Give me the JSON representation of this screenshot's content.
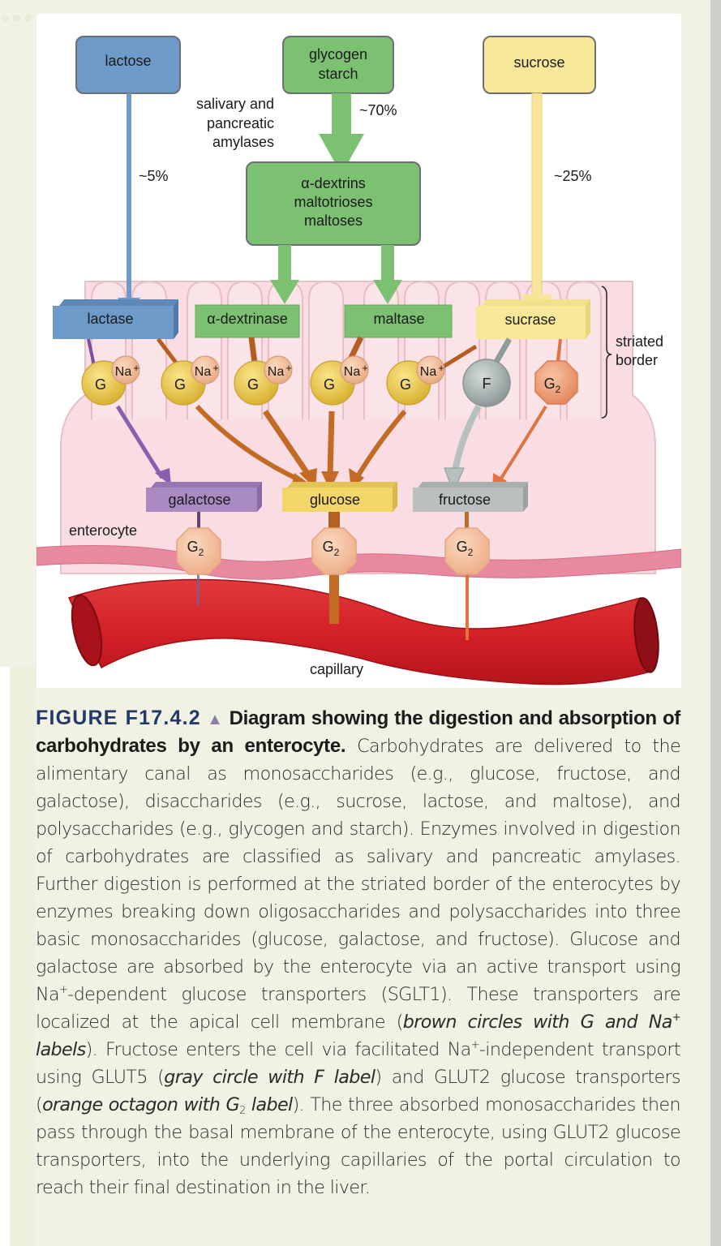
{
  "figure": {
    "sources": [
      {
        "id": "lactose",
        "label": "lactose",
        "percent": "~5%",
        "color": "#6d9ac9"
      },
      {
        "id": "glycogen-starch",
        "lines": [
          "glycogen",
          "starch"
        ],
        "percent": "~70%",
        "color": "#7cc072"
      },
      {
        "id": "sucrose",
        "label": "sucrose",
        "percent": "~25%",
        "color": "#f8e99a"
      }
    ],
    "amylase_note": [
      "salivary and",
      "pancreatic",
      "amylases"
    ],
    "intermediate": {
      "lines": [
        "α-dextrins",
        "maltotrioses",
        "maltoses"
      ]
    },
    "enzymes": [
      {
        "id": "lactase",
        "label": "lactase"
      },
      {
        "id": "alpha-dextrinase",
        "label": "α-dextrinase"
      },
      {
        "id": "maltase",
        "label": "maltase"
      },
      {
        "id": "sucrase",
        "label": "sucrase"
      }
    ],
    "transporters": {
      "sglt_g": "G",
      "sglt_na": "Na",
      "sglt_na_sup": "+",
      "sglt_count": 5,
      "glut5": "F",
      "glut2": "G",
      "glut2_sub": "2"
    },
    "striated_border": [
      "striated",
      "border"
    ],
    "monosaccharides": [
      {
        "id": "galactose",
        "label": "galactose",
        "color": "#a98bc2"
      },
      {
        "id": "glucose",
        "label": "glucose",
        "color": "#f2d66a"
      },
      {
        "id": "fructose",
        "label": "fructose",
        "color": "#b9c0bf"
      }
    ],
    "cell_label": "enterocyte",
    "vessel_label": "capillary"
  },
  "caption": {
    "figure_number": "FIGURE F17.4.2",
    "triangle": "▲",
    "title": "Diagram showing the digestion and absorption of carbohydrates by an enterocyte.",
    "p1": "Carbohydrates are delivered to the alimentary canal as monosaccharides (e.g., glucose, fructose, and galactose), disaccharides (e.g., sucrose, lactose, and maltose), and polysaccharides (e.g., glycogen and starch). Enzymes involved in digestion of carbohydrates are classified as salivary and pancreatic amylases. Further digestion is performed at the striated border of the enterocytes by enzymes breaking down oligosaccharides and polysaccharides into three basic monosaccharides (glucose, galactose, and fructose). Glucose and galactose are absorbed by the enterocyte via an active transport using Na",
    "sup1": "+",
    "p2": "-dependent glucose transporters (SGLT1). These transporters are localized at the apical cell membrane (",
    "it1": "brown circles with G and Na",
    "sup2": "+",
    "it1b": " labels",
    "p3": "). Fructose enters the cell via facilitated Na",
    "sup3": "+",
    "p4": "-independent transport using GLUT5 (",
    "it2": "gray circle with F label",
    "p5": ") and GLUT2 glucose transporters (",
    "it3": "orange octagon with G",
    "sub1": "2",
    "it3b": " label",
    "p6": "). The three absorbed monosaccharides then pass through the basal membrane of the enterocyte, using GLUT2 glucose transporters, into the underlying capillaries of the portal circulation to reach their final destination in the liver."
  }
}
